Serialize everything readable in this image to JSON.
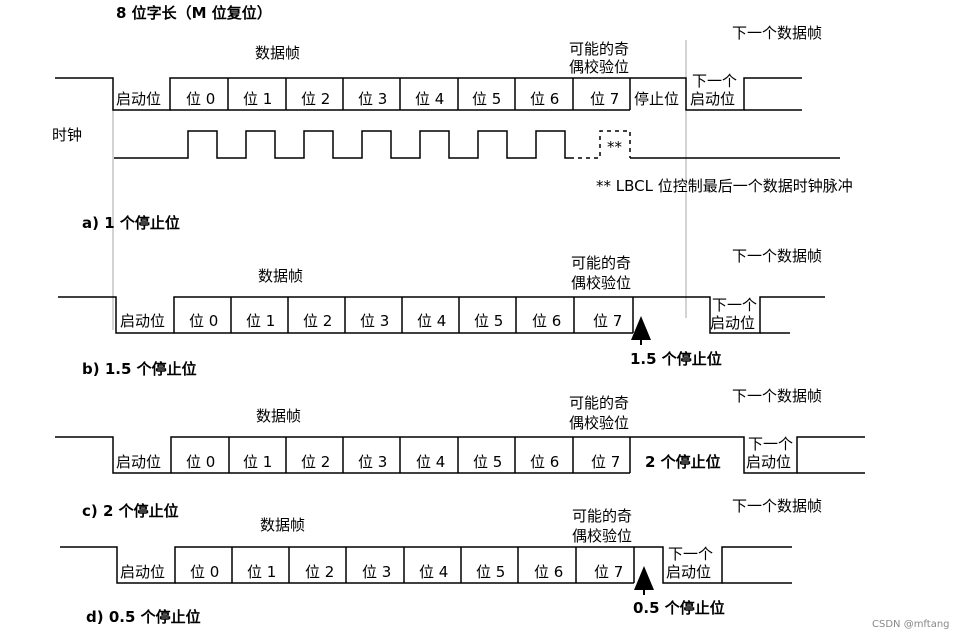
{
  "header": {
    "title": "8 位字长（M 位复位）"
  },
  "common": {
    "data_frame": "数据帧",
    "next_frame": "下一个数据帧",
    "parity": [
      "可能的奇",
      "偶校验位"
    ],
    "start_bit": "启动位",
    "bits": [
      "位 0",
      "位 1",
      "位 2",
      "位 3",
      "位 4",
      "位 5",
      "位 6",
      "位 7"
    ],
    "next_start": [
      "下一个",
      "启动位"
    ]
  },
  "diagram_a": {
    "caption": "a) 1 个停止位",
    "stop_label": "停止位",
    "clock_label": "时钟",
    "clock_optional": "**",
    "note": "** LBCL 位控制最后一个数据时钟脉冲"
  },
  "diagram_b": {
    "caption": "b) 1.5 个停止位",
    "stop_label": "1.5 个停止位"
  },
  "diagram_c": {
    "caption": "c) 2 个停止位",
    "stop_label": "2 个停止位"
  },
  "diagram_d": {
    "caption": "d) 0.5 个停止位",
    "stop_label": "0.5 个停止位"
  },
  "watermark": "CSDN @mftang"
}
